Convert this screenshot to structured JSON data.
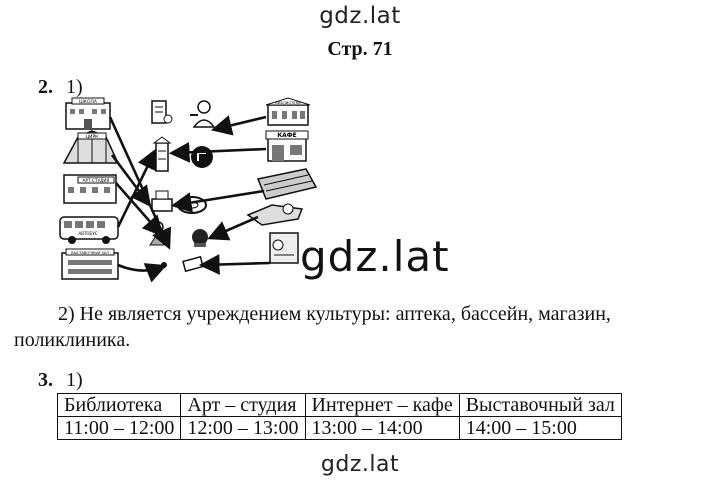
{
  "watermark": {
    "text": "gdz.lat"
  },
  "page": {
    "title": "Стр. 71"
  },
  "task2": {
    "number": "2.",
    "part1": "1)",
    "part2_line1": "2) Не является учреждением культуры: аптека, бассейн, магазин,",
    "part2_line2": "поликлиника.",
    "sign_labels": {
      "building1": "ШКОЛА",
      "circus": "ЦИРК",
      "building3": "АРТ-СТУДИЯ",
      "bus": "АВТОБУС",
      "building5": "ВЫСТАВОЧНЫЙ ЗАЛ",
      "building_right1": "БИБЛИОТЕКА",
      "cafe": "КАФЕ"
    }
  },
  "task3": {
    "number": "3.",
    "part1": "1)",
    "table": {
      "headers": [
        "Библиотека",
        "Арт – студия",
        "Интернет – кафе",
        "Выставочный зал"
      ],
      "times": [
        "11:00 – 12:00",
        "12:00 – 13:00",
        "13:00 – 14:00",
        "14:00 – 15:00"
      ]
    }
  }
}
